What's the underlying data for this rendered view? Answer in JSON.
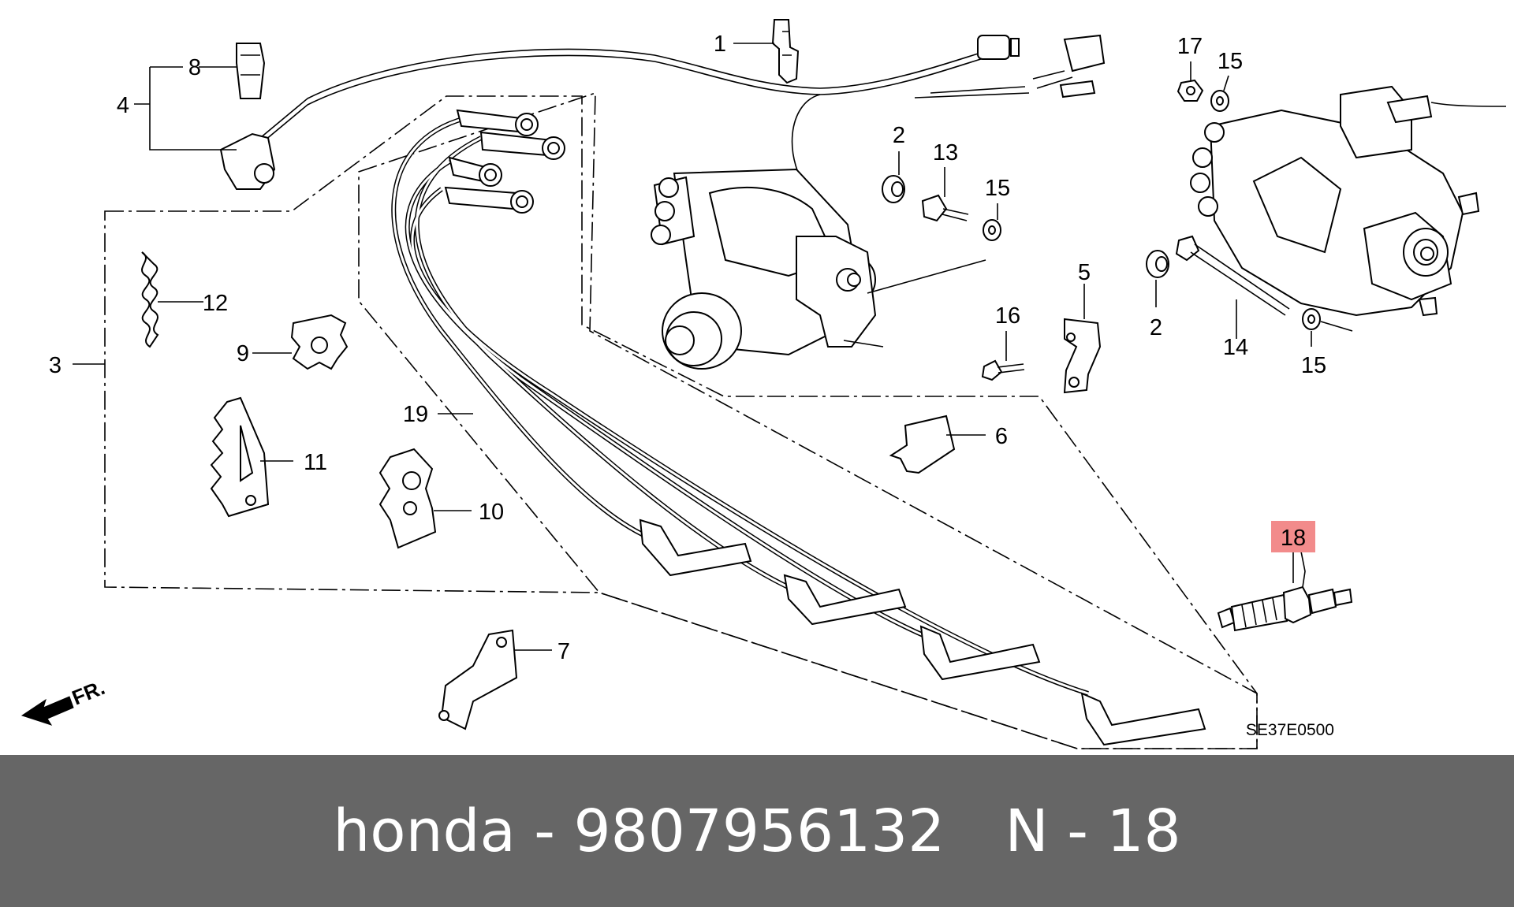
{
  "diagram": {
    "callouts": {
      "c1": "1",
      "c2a": "2",
      "c2b": "2",
      "c3": "3",
      "c4": "4",
      "c5": "5",
      "c6": "6",
      "c7": "7",
      "c8": "8",
      "c9": "9",
      "c10": "10",
      "c11": "11",
      "c12": "12",
      "c13": "13",
      "c14": "14",
      "c15a": "15",
      "c15b": "15",
      "c15c": "15",
      "c16": "16",
      "c17": "17",
      "c18": "18",
      "c19": "19"
    },
    "highlight_color": "#f28b8b",
    "front_arrow_label": "FR.",
    "diagram_code": "SE37E0500"
  },
  "footer": {
    "left_text": "honda - 9807956132",
    "right_text": "N - 18",
    "background_color": "#666666"
  }
}
